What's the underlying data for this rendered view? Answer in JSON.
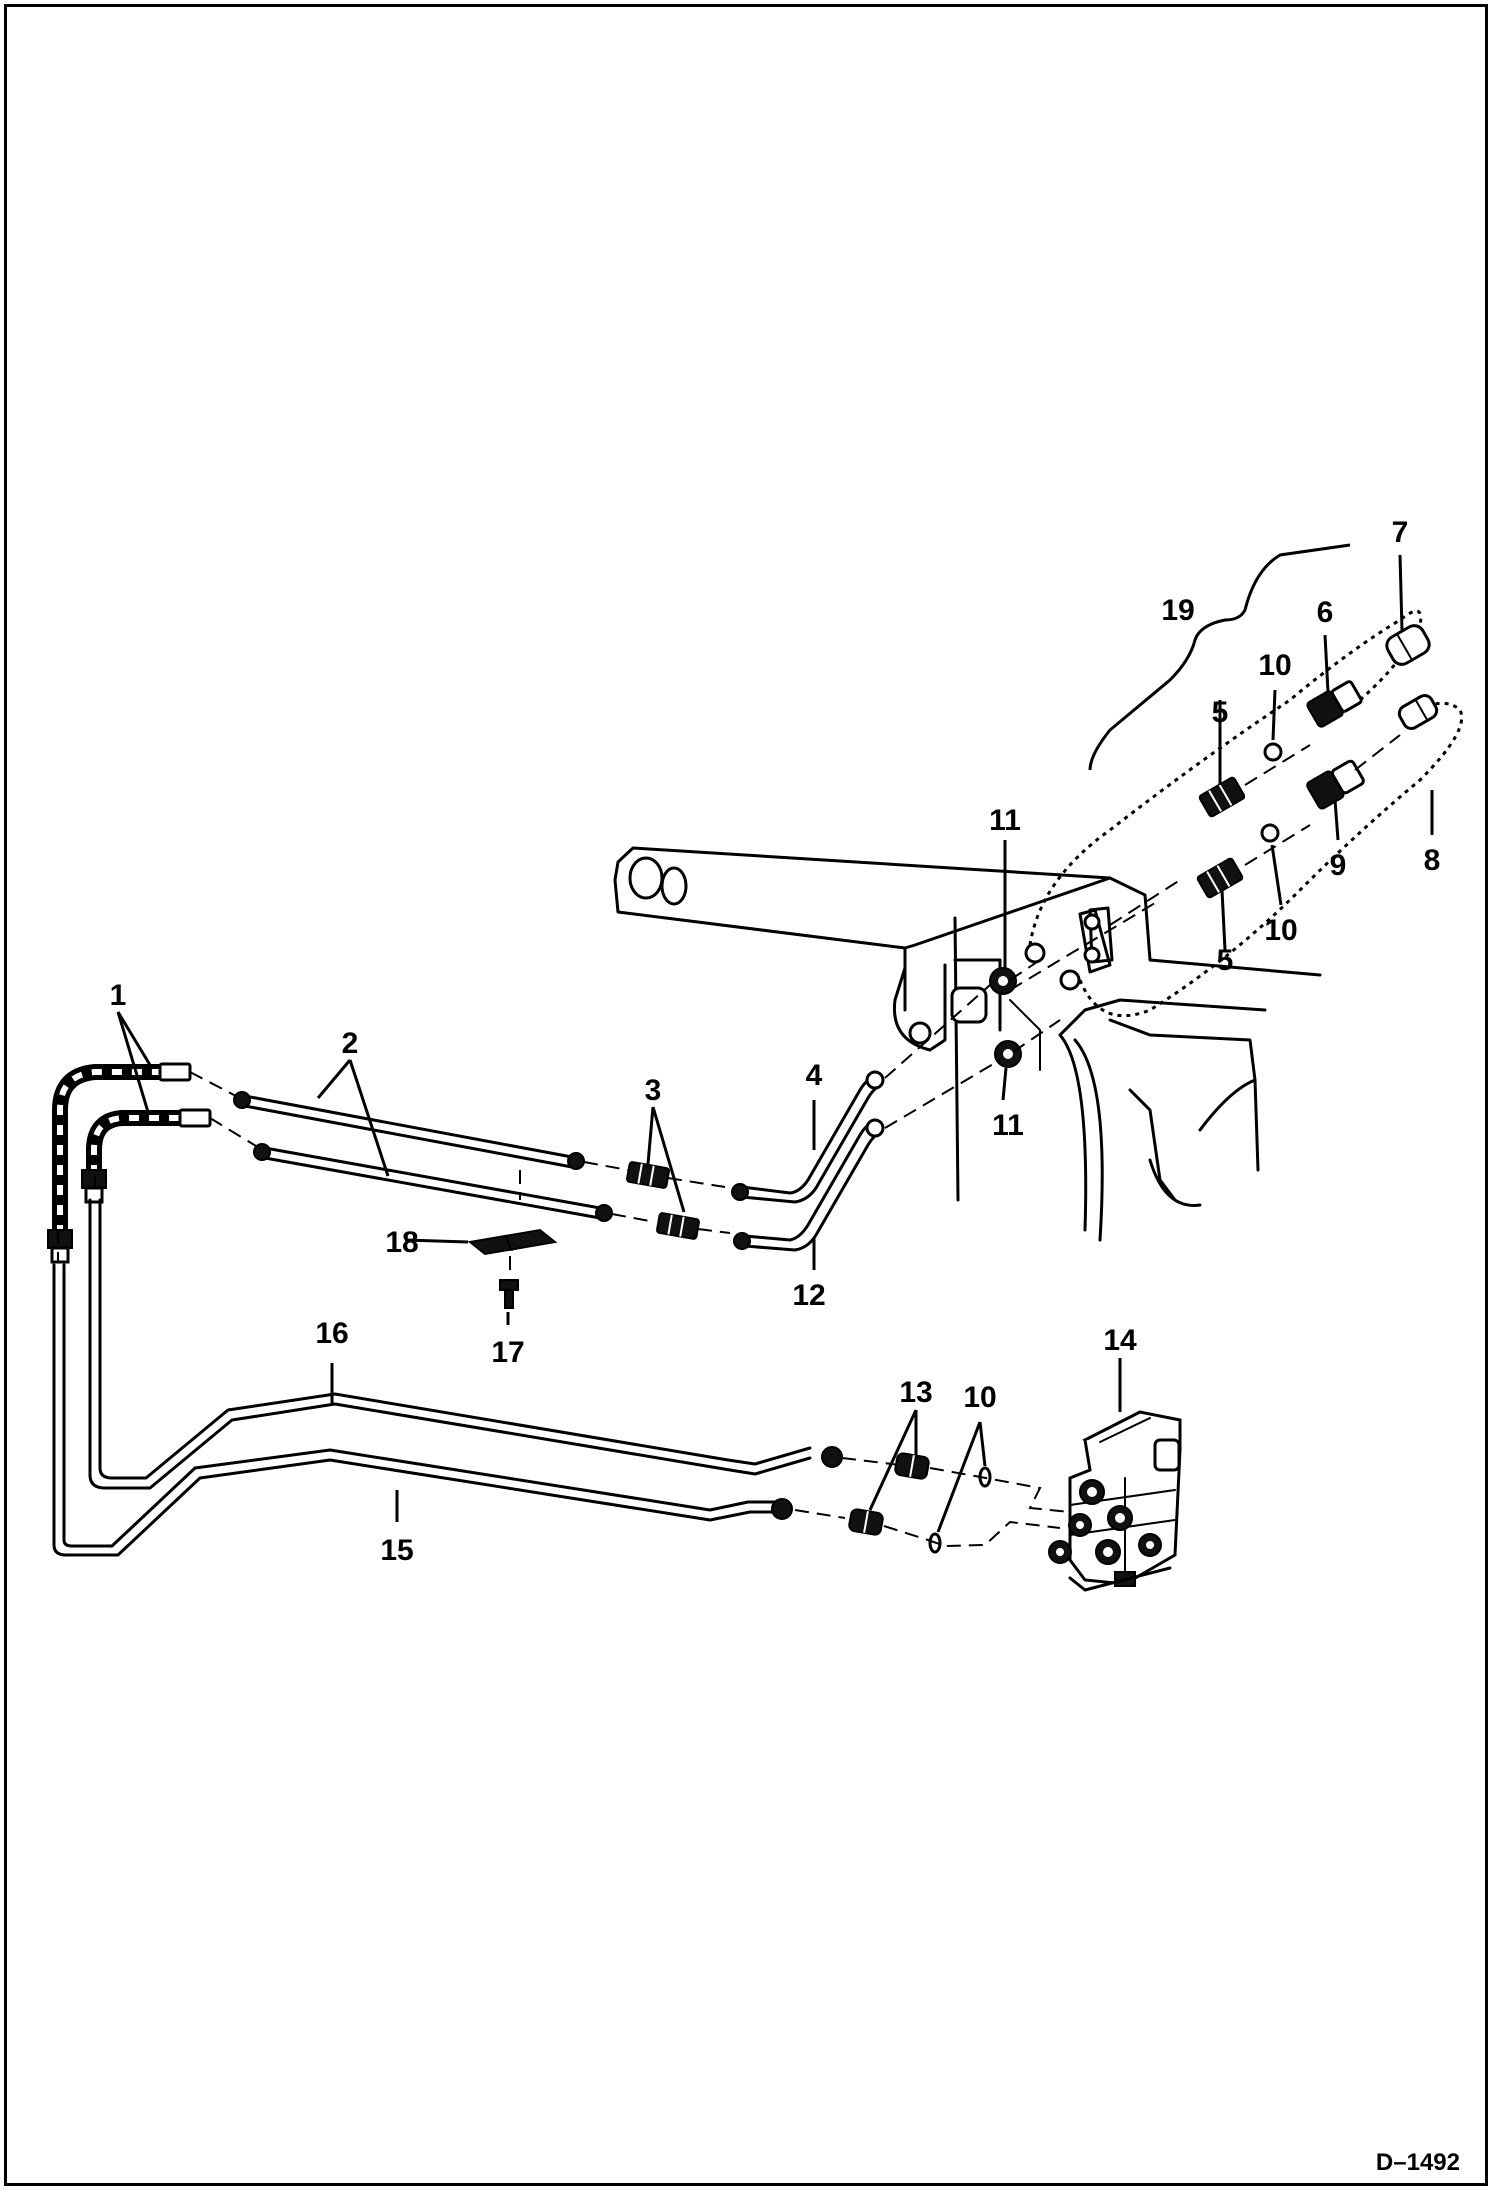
{
  "diagram": {
    "drawing_code": "D–1492",
    "callouts": [
      "1",
      "2",
      "3",
      "4",
      "5",
      "5",
      "6",
      "7",
      "8",
      "9",
      "10",
      "10",
      "10",
      "11",
      "11",
      "12",
      "13",
      "14",
      "15",
      "16",
      "17",
      "18",
      "19"
    ]
  }
}
